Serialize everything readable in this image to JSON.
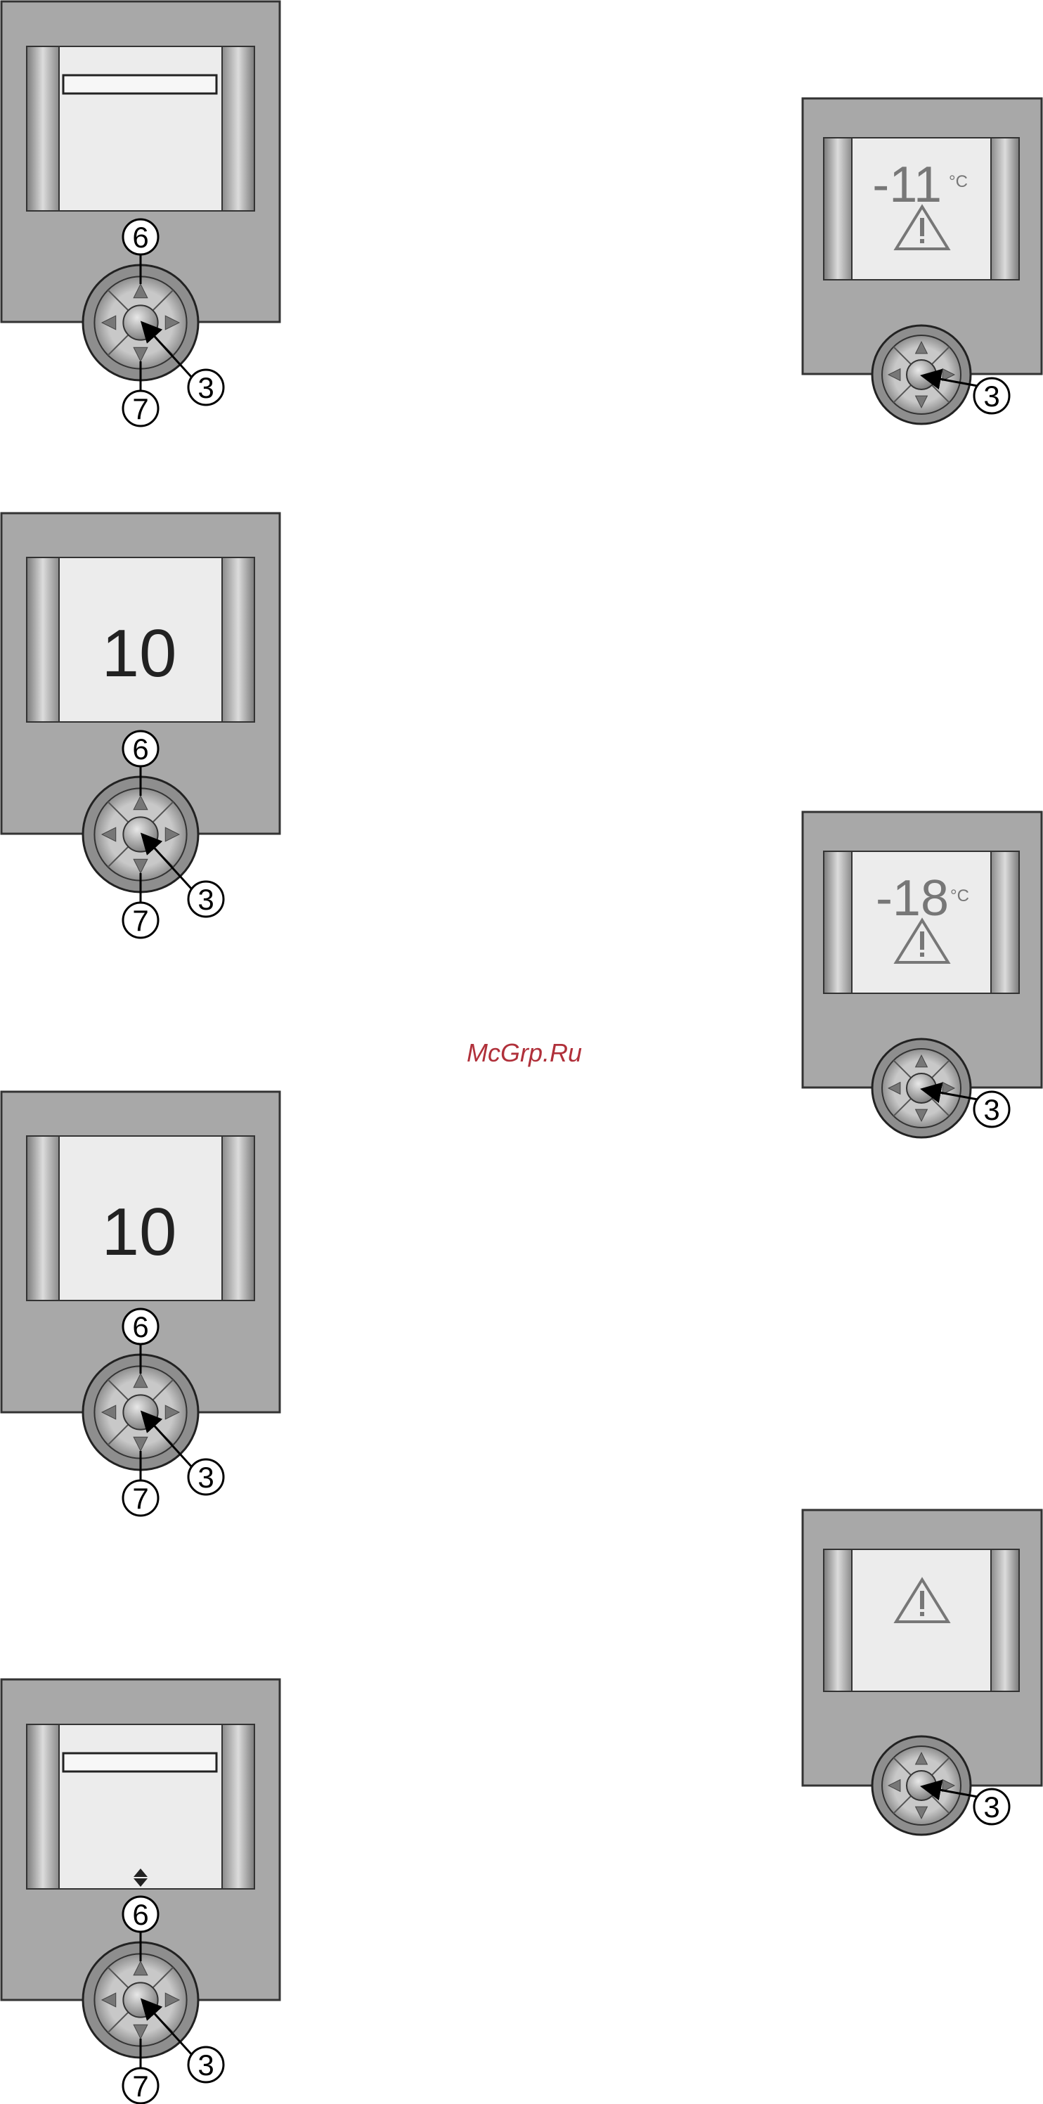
{
  "watermark": "McGrp.Ru",
  "callouts": {
    "up": "6",
    "down": "7",
    "center": "3"
  },
  "panels": {
    "left1": {
      "display": ""
    },
    "left2": {
      "display": "10"
    },
    "left3": {
      "display": "10"
    },
    "left4": {
      "display": ""
    },
    "right1": {
      "value": "-11",
      "unit": "°C"
    },
    "right2": {
      "value": "-18",
      "unit": "°C"
    },
    "right3": {
      "value": "",
      "unit": ""
    }
  },
  "icons": [
    "warning-triangle-icon",
    "up-arrow-icon",
    "down-arrow-icon",
    "left-arrow-icon",
    "right-arrow-icon",
    "scroll-indicator-icon"
  ],
  "colors": {
    "panel": "#a8a8a8",
    "screen": "#ececec",
    "knob": "#9a9a9a",
    "watermark": "#b0303a"
  }
}
